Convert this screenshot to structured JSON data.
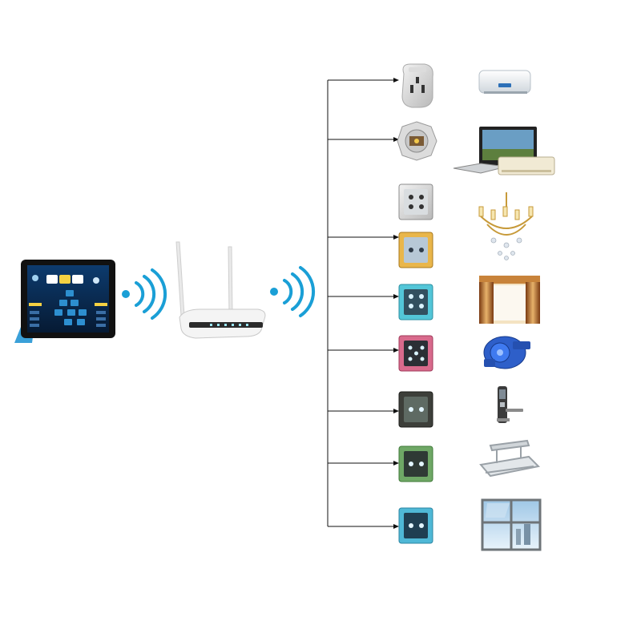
{
  "diagram": {
    "colors": {
      "wifi": "#1a9fd6",
      "connector": "#111111",
      "tablet_screen": "#0a2b55",
      "tablet_cover": "#3aa0d8",
      "router_body": "#f4f4f4"
    },
    "tablet": {
      "menu_tabs": [
        "",
        "",
        ""
      ]
    },
    "devices": [
      {
        "controller": "smart-plug",
        "appliance": "water-heater"
      },
      {
        "controller": "infrared-module",
        "appliance": "tv-dvd-air-conditioner"
      },
      {
        "controller": "switch-panel-silver",
        "appliance": "none"
      },
      {
        "controller": "switch-panel-gold",
        "appliance": "chandelier"
      },
      {
        "controller": "switch-panel-cyan",
        "appliance": "curtain"
      },
      {
        "controller": "switch-panel-pink",
        "appliance": "water-pump"
      },
      {
        "controller": "switch-panel-black",
        "appliance": "door-lock"
      },
      {
        "controller": "switch-panel-green",
        "appliance": "clothes-airer"
      },
      {
        "controller": "switch-panel-teal",
        "appliance": "window-opener"
      }
    ]
  }
}
